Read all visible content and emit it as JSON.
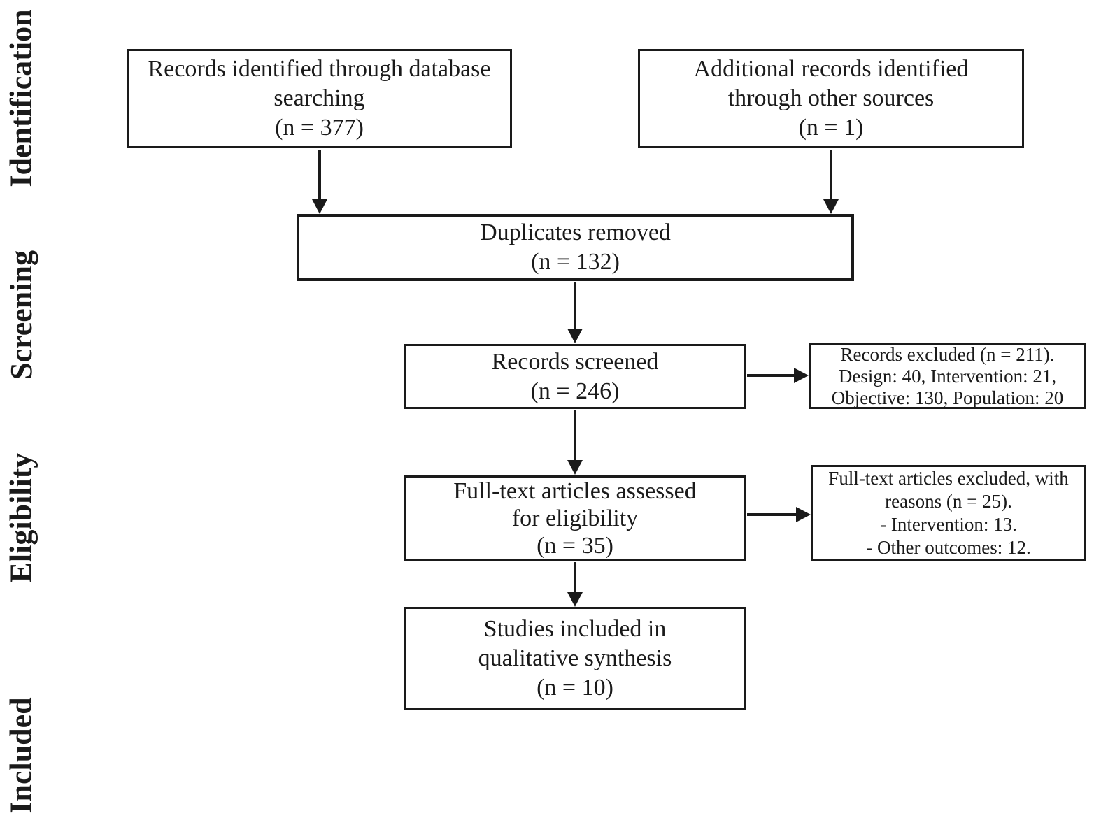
{
  "phases": [
    "Identification",
    "Screening",
    "Eligibility",
    "Included"
  ],
  "boxes": {
    "database": [
      "Records identified through database",
      "searching",
      "(n = 377)"
    ],
    "other": [
      "Additional records identified",
      "through other sources",
      "(n = 1)"
    ],
    "duplicates": [
      "Duplicates removed",
      "(n = 132)"
    ],
    "screened": [
      "Records screened",
      "(n = 246)"
    ],
    "excluded": [
      "Records excluded (n = 211).",
      "Design: 40, Intervention: 21,",
      "Objective: 130, Population: 20"
    ],
    "fulltext": [
      "Full-text articles assessed",
      "for eligibility",
      "(n = 35)"
    ],
    "fulltext_excluded": [
      "Full-text articles excluded, with",
      "reasons (n = 25).",
      "- Intervention: 13.",
      "- Other outcomes: 12."
    ],
    "included": [
      "Studies included in",
      "qualitative synthesis",
      "(n = 10)"
    ]
  }
}
